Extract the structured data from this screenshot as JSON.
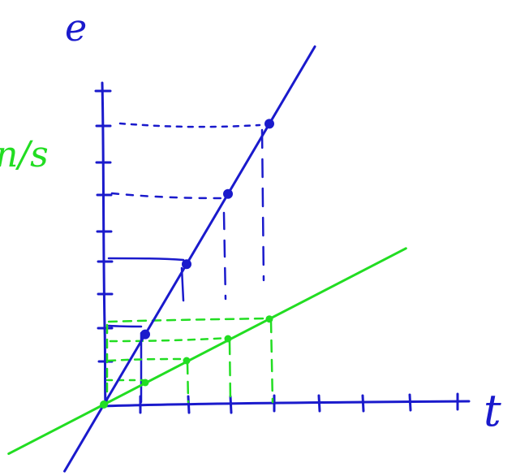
{
  "labels": {
    "y_axis": "e",
    "x_axis": "t",
    "unit_fragment": "n/s"
  },
  "colors": {
    "blue": "#1a1acc",
    "green": "#22dd22"
  },
  "chart_data": {
    "type": "line",
    "series": [
      {
        "color": "#1a1acc",
        "points": [
          [
            0,
            0
          ],
          [
            1,
            1.6
          ],
          [
            2,
            3.2
          ],
          [
            3,
            4.8
          ],
          [
            4,
            6.4
          ]
        ]
      },
      {
        "color": "#22dd22",
        "points": [
          [
            0,
            0
          ],
          [
            1,
            0.5
          ],
          [
            2,
            1.0
          ],
          [
            3,
            1.5
          ],
          [
            4,
            1.95
          ]
        ]
      }
    ],
    "xlim": [
      -1.0,
      8.0
    ],
    "ylim": [
      -1.5,
      7.5
    ]
  }
}
